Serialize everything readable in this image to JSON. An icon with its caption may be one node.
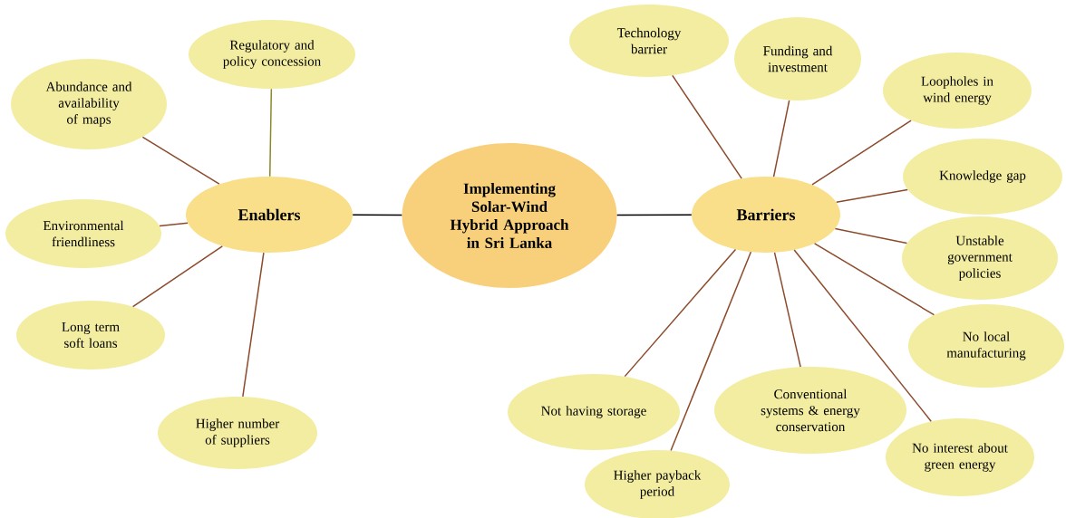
{
  "diagram": {
    "nodes": [
      {
        "text": [
          "Implementing Solar-Wind Hybrid Approach in Sri Lanka"
        ]
      },
      {
        "text": [
          "Enablers"
        ]
      },
      {
        "text": [
          "Barriers"
        ]
      },
      {
        "text": [
          "Regulatory and policy concession"
        ]
      },
      {
        "text": [
          "Abundance and availability of maps"
        ]
      },
      {
        "text": [
          "Environmental friendliness"
        ]
      },
      {
        "text": [
          "Long term soft loans"
        ]
      },
      {
        "text": [
          "Higher number of suppliers"
        ]
      },
      {
        "text": [
          "Technology barrier"
        ]
      },
      {
        "text": [
          "Funding and investment"
        ]
      },
      {
        "text": [
          "Loopholes in wind energy"
        ]
      },
      {
        "text": [
          "Knowledge gap"
        ]
      },
      {
        "text": [
          "Unstable government policies"
        ]
      },
      {
        "text": [
          "No local manufacturing"
        ]
      },
      {
        "text": [
          "Not having storage"
        ]
      },
      {
        "text": [
          "Higher payback period"
        ]
      },
      {
        "text": [
          "Conventional systems & energy conservation"
        ]
      },
      {
        "text": [
          "No interest about green energy"
        ]
      }
    ],
    "edges": [
      {
        "from": 1,
        "to": 0,
        "arrow": "none",
        "color": "#000000"
      },
      {
        "from": 0,
        "to": 2,
        "arrow": "none",
        "color": "#000000"
      },
      {
        "from": 1,
        "to": 3,
        "arrow": "none",
        "color": "#8b8a2a"
      },
      {
        "from": 1,
        "to": 4,
        "arrow": "none"
      },
      {
        "from": 1,
        "to": 5,
        "arrow": "none"
      },
      {
        "from": 1,
        "to": 6,
        "arrow": "none"
      },
      {
        "from": 1,
        "to": 7,
        "arrow": "none"
      },
      {
        "from": 2,
        "to": 8,
        "arrow": "none"
      },
      {
        "from": 2,
        "to": 9,
        "arrow": "none"
      },
      {
        "from": 2,
        "to": 10,
        "arrow": "none"
      },
      {
        "from": 2,
        "to": 11,
        "arrow": "none"
      },
      {
        "from": 2,
        "to": 12,
        "arrow": "none"
      },
      {
        "from": 2,
        "to": 13,
        "arrow": "none"
      },
      {
        "from": 2,
        "to": 14,
        "arrow": "none"
      },
      {
        "from": 2,
        "to": 15,
        "arrow": "none"
      },
      {
        "from": 2,
        "to": 16,
        "arrow": "none"
      },
      {
        "from": 2,
        "to": 17,
        "arrow": "none"
      }
    ]
  }
}
